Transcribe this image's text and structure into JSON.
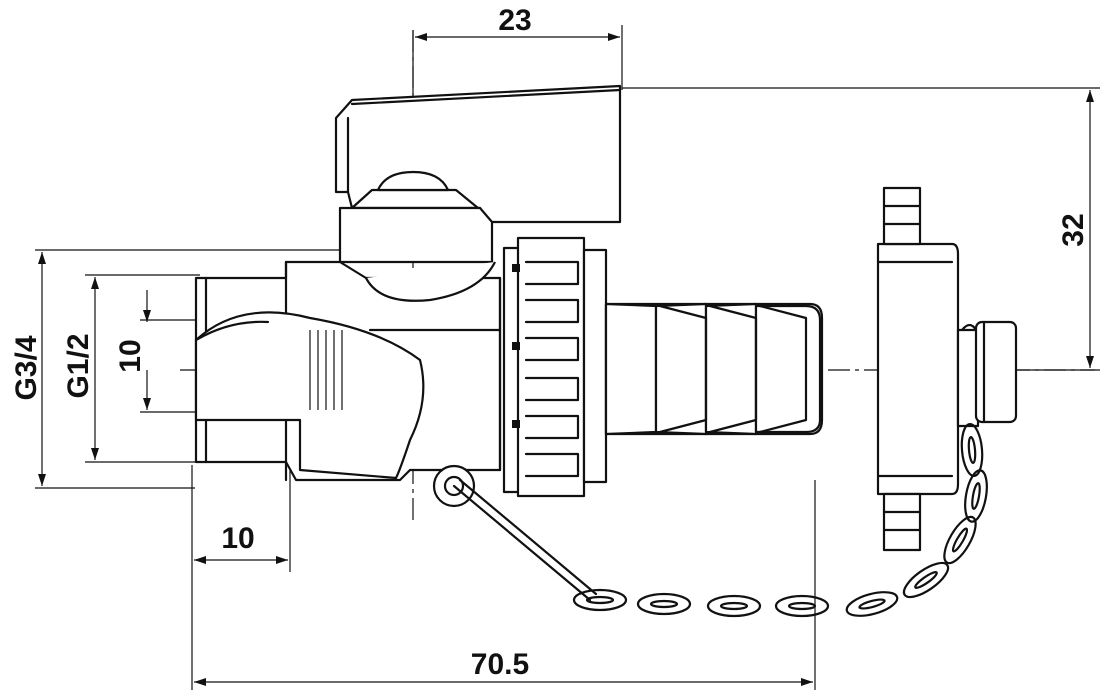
{
  "dimensions": {
    "top_width": "23",
    "right_height": "32",
    "outer_thread": "G3/4",
    "inner_thread": "G1/2",
    "bore": "10",
    "thread_depth": "10",
    "overall_length": "70.5"
  }
}
